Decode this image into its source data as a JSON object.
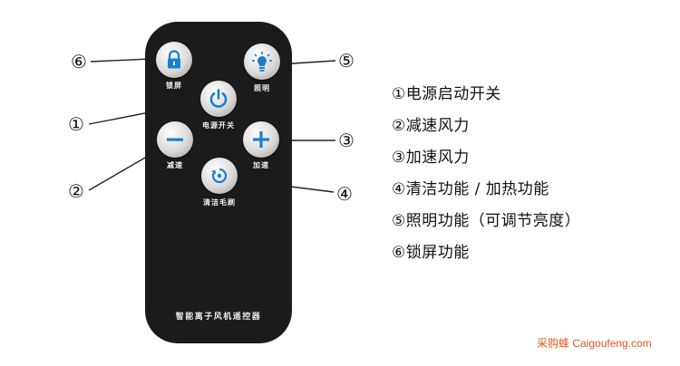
{
  "remote": {
    "title": "智能离子风机遥控器",
    "buttons": {
      "lock": {
        "label": "锁屏",
        "marker": "⑥"
      },
      "light": {
        "label": "照明",
        "marker": "⑤"
      },
      "power": {
        "label": "电源开关",
        "marker": "①"
      },
      "minus": {
        "label": "减速",
        "marker": "②"
      },
      "plus": {
        "label": "加速",
        "marker": "③"
      },
      "clean": {
        "label": "清洁毛刷",
        "marker": "④"
      }
    }
  },
  "legend": [
    "①电源启动开关",
    "②减速风力",
    "③加速风力",
    "④清洁功能 / 加热功能",
    "⑤照明功能（可调节亮度）",
    "⑥锁屏功能"
  ],
  "watermark": "采购蜂 Caigoufeng.com",
  "colors": {
    "remote_body": "#1b1b1b",
    "button_accent": "#1a7fcf",
    "watermark": "#e8551f"
  },
  "icons": {
    "lock": "lock-icon",
    "light": "lightbulb-icon",
    "power": "power-icon",
    "minus": "minus-icon",
    "plus": "plus-icon",
    "clean": "rotate-icon"
  }
}
